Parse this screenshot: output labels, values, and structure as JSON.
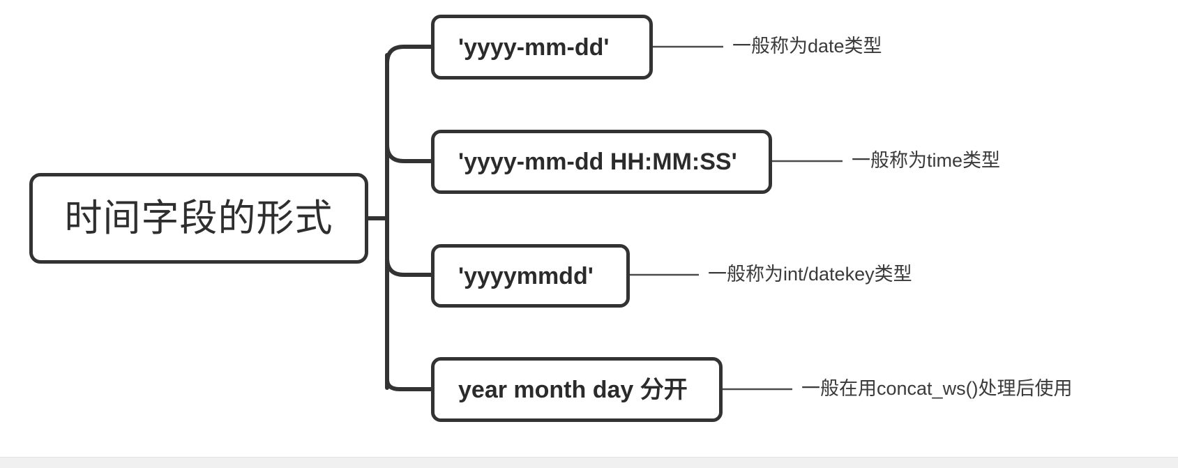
{
  "diagram": {
    "type": "mindmap",
    "root": {
      "label": "时间字段的形式"
    },
    "branches": [
      {
        "node_label": "'yyyy-mm-dd'",
        "annotation": "一般称为date类型"
      },
      {
        "node_label": "'yyyy-mm-dd HH:MM:SS'",
        "annotation": "一般称为time类型"
      },
      {
        "node_label": "'yyyymmdd'",
        "annotation": "一般称为int/datekey类型"
      },
      {
        "node_label": "year month day 分开",
        "annotation": "一般在用concat_ws()处理后使用"
      }
    ]
  },
  "colors": {
    "stroke": "#333333",
    "text": "#2b2b2b",
    "annotation_line": "#4a4a4a",
    "background": "#ffffff",
    "footer": "#f0f0f0"
  }
}
